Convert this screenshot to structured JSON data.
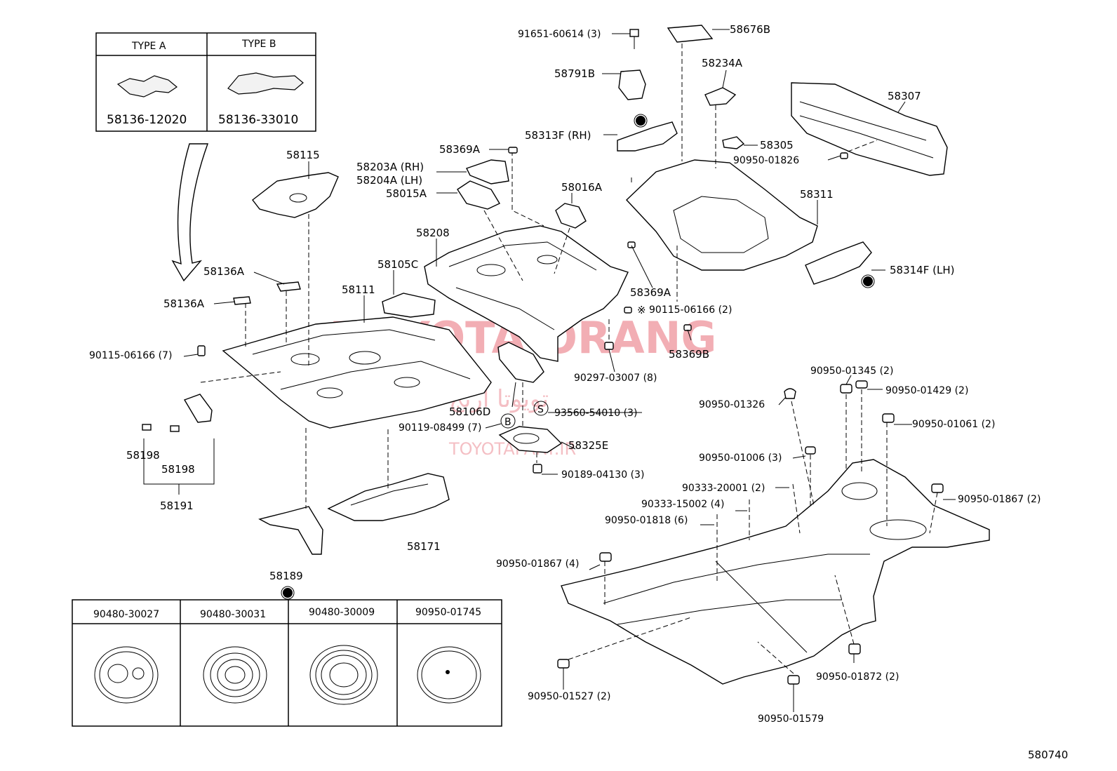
{
  "diagram_id": "580740",
  "type_table": {
    "type_a": {
      "header": "TYPE A",
      "part": "58136-12020"
    },
    "type_b": {
      "header": "TYPE B",
      "part": "58136-33010"
    }
  },
  "plug_table": [
    "90480-30027",
    "90480-30031",
    "90480-30009",
    "90950-01745"
  ],
  "watermark": {
    "brand": "TOYOTA ORANG",
    "site": "TOYOTAPART.IR",
    "persian": "تویوتا ارنج"
  },
  "labels": {
    "p58115": "58115",
    "p58136A_1": "58136A",
    "p58136A_2": "58136A",
    "p90115_7": "90115-06166 (7)",
    "p58198_1": "58198",
    "p58198_2": "58198",
    "p58191": "58191",
    "p58189": "58189",
    "p58171": "58171",
    "p58111": "58111",
    "p58105C": "58105C",
    "p58208": "58208",
    "p58369A_top": "58369A",
    "p58203A": "58203A (RH)",
    "p58204A": "58204A (LH)",
    "p58015A": "58015A",
    "p58016A": "58016A",
    "p91651": "91651-60614 (3)",
    "p58791B": "58791B",
    "p58313F": "58313F (RH)",
    "p58676B": "58676B",
    "p58234A": "58234A",
    "p58305": "58305",
    "p58307": "58307",
    "p90950_01826": "90950-01826",
    "p58311": "58311",
    "p58314F": "58314F (LH)",
    "p58369A_r": "58369A",
    "p90115_2": "90115-06166 (2)",
    "p58369B": "58369B",
    "p90297": "90297-03007 (8)",
    "p58106D": "58106D",
    "p93560": "93560-54010 (3)",
    "p90119": "90119-08499 (7)",
    "p58325E": "58325E",
    "p90189": "90189-04130 (3)",
    "p90950_01345": "90950-01345 (2)",
    "p90950_01429": "90950-01429 (2)",
    "p90950_01326": "90950-01326",
    "p90950_01061": "90950-01061 (2)",
    "p90950_01006": "90950-01006 (3)",
    "p90333_20001": "90333-20001 (2)",
    "p90333_15002": "90333-15002 (4)",
    "p90950_01867_2": "90950-01867 (2)",
    "p90950_01818": "90950-01818 (6)",
    "p90950_01867_4": "90950-01867 (4)",
    "p90950_01872": "90950-01872 (2)",
    "p90950_01527": "90950-01527 (2)",
    "p90950_01579": "90950-01579"
  },
  "symbols": {
    "b_marker": "B",
    "s_marker": "S",
    "x_marker": "※"
  }
}
